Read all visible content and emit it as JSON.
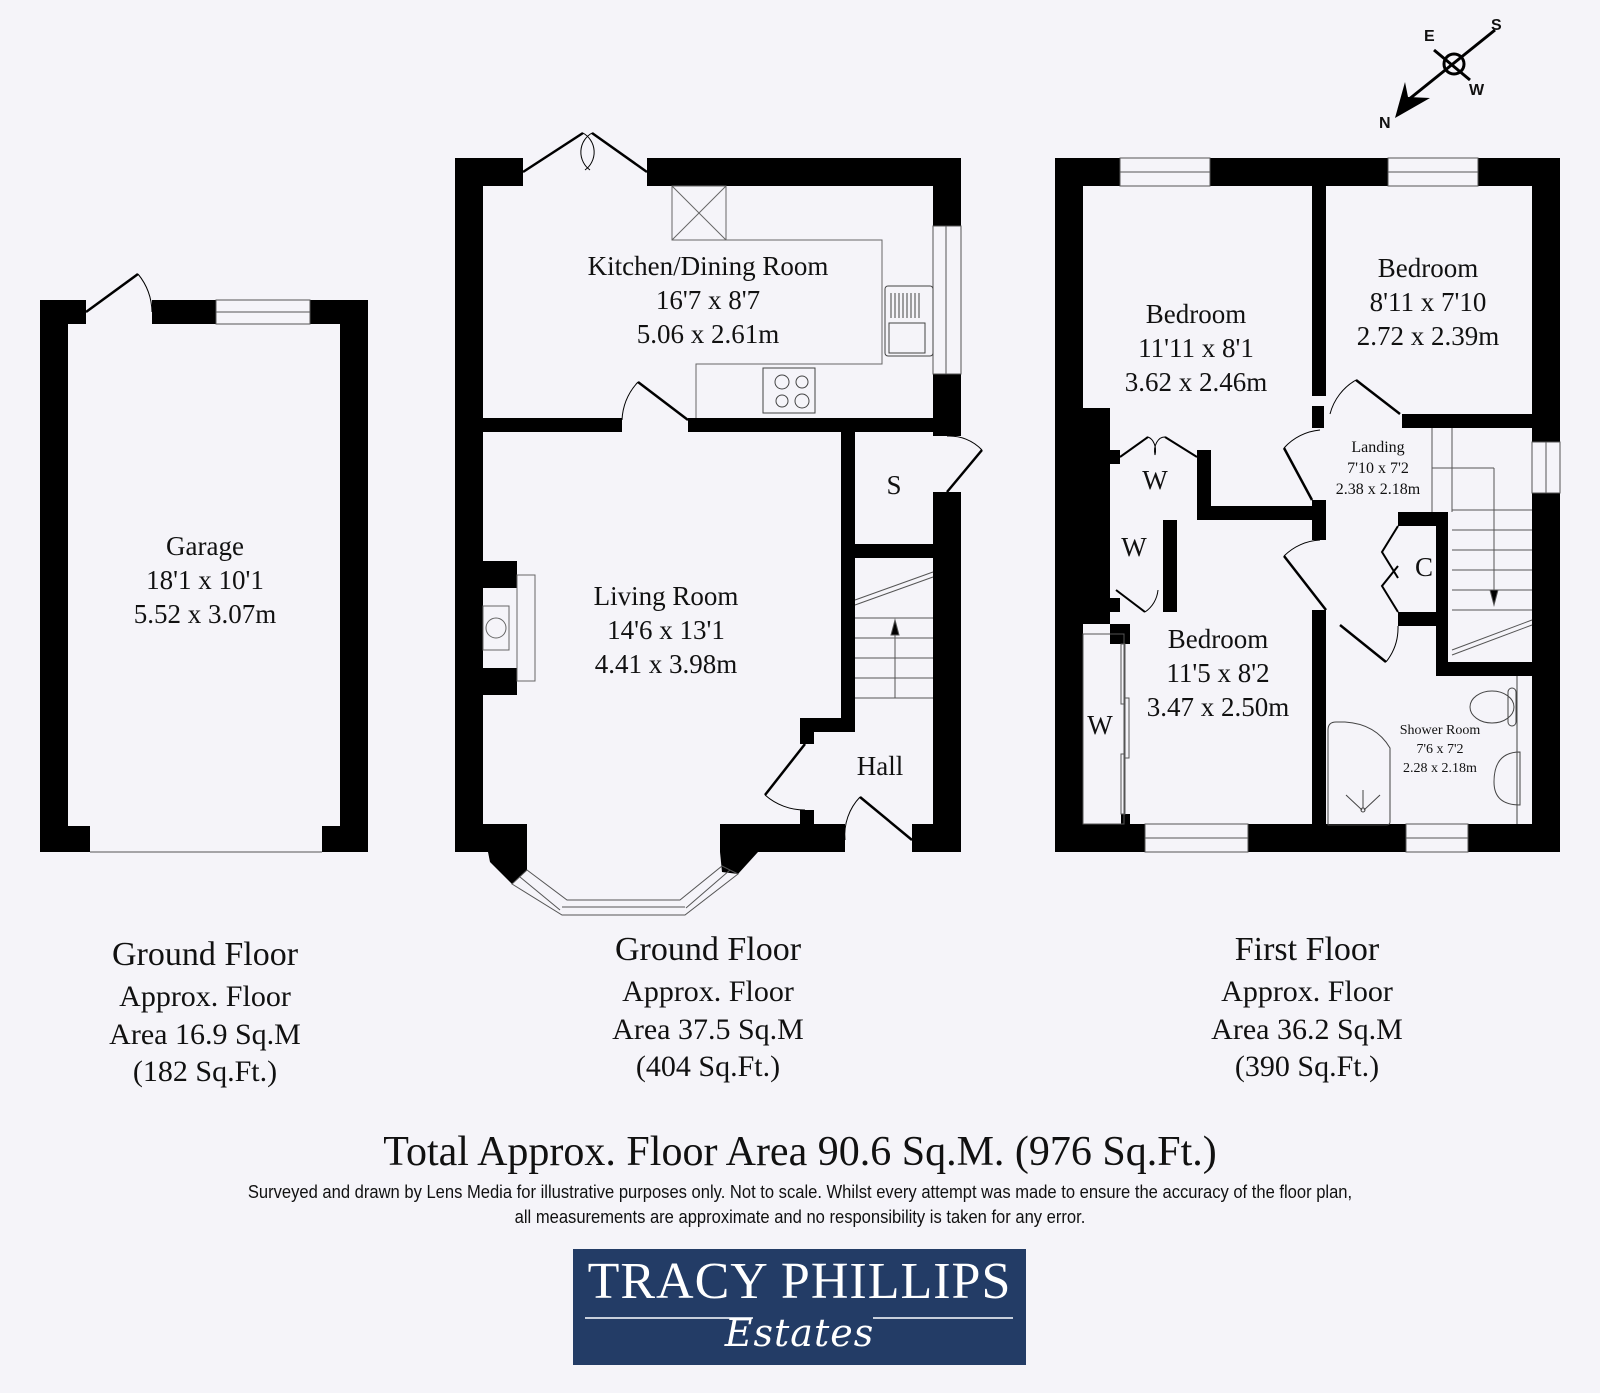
{
  "compass": {
    "north": "N",
    "east": "E",
    "south": "S",
    "west": "W"
  },
  "floors": {
    "garage": {
      "caption": {
        "title": "Ground Floor",
        "line1": "Approx. Floor",
        "line2": "Area 16.9 Sq.M",
        "line3": "(182 Sq.Ft.)"
      },
      "rooms": [
        {
          "name": "Garage",
          "imperial": "18'1 x 10'1",
          "metric": "5.52 x 3.07m"
        }
      ]
    },
    "ground": {
      "caption": {
        "title": "Ground Floor",
        "line1": "Approx. Floor",
        "line2": "Area 37.5 Sq.M",
        "line3": "(404 Sq.Ft.)"
      },
      "rooms": [
        {
          "name": "Kitchen/Dining Room",
          "imperial": "16'7 x 8'7",
          "metric": "5.06 x 2.61m"
        },
        {
          "name": "Living Room",
          "imperial": "14'6 x 13'1",
          "metric": "4.41 x 3.98m"
        },
        {
          "name": "Hall"
        }
      ],
      "storage_label": "S"
    },
    "first": {
      "caption": {
        "title": "First Floor",
        "line1": "Approx. Floor",
        "line2": "Area 36.2 Sq.M",
        "line3": "(390 Sq.Ft.)"
      },
      "rooms": [
        {
          "name": "Bedroom",
          "imperial": "11'11 x 8'1",
          "metric": "3.62 x 2.46m"
        },
        {
          "name": "Bedroom",
          "imperial": "8'11 x 7'10",
          "metric": "2.72 x 2.39m"
        },
        {
          "name": "Bedroom",
          "imperial": "11'5 x 8'2",
          "metric": "3.47 x 2.50m"
        },
        {
          "name": "Landing",
          "imperial": "7'10 x 7'2",
          "metric": "2.38 x 2.18m"
        },
        {
          "name": "Shower Room",
          "imperial": "7'6 x 7'2",
          "metric": "2.28 x 2.18m"
        }
      ],
      "wardrobe_label": "W",
      "cupboard_label": "C"
    }
  },
  "total": "Total Approx. Floor Area 90.6 Sq.M. (976 Sq.Ft.)",
  "disclaimer": {
    "line1": "Surveyed and drawn by Lens Media for illustrative purposes only. Not to scale. Whilst every attempt was made to ensure the accuracy of the floor plan,",
    "line2": "all measurements are approximate and no responsibility is taken for any error."
  },
  "logo": {
    "name": "TRACY PHILLIPS",
    "sub": "Estates",
    "background": "#233c66"
  },
  "colors": {
    "background": "#f5f4f9",
    "wall": "#000000",
    "logo_bg": "#233c66"
  }
}
